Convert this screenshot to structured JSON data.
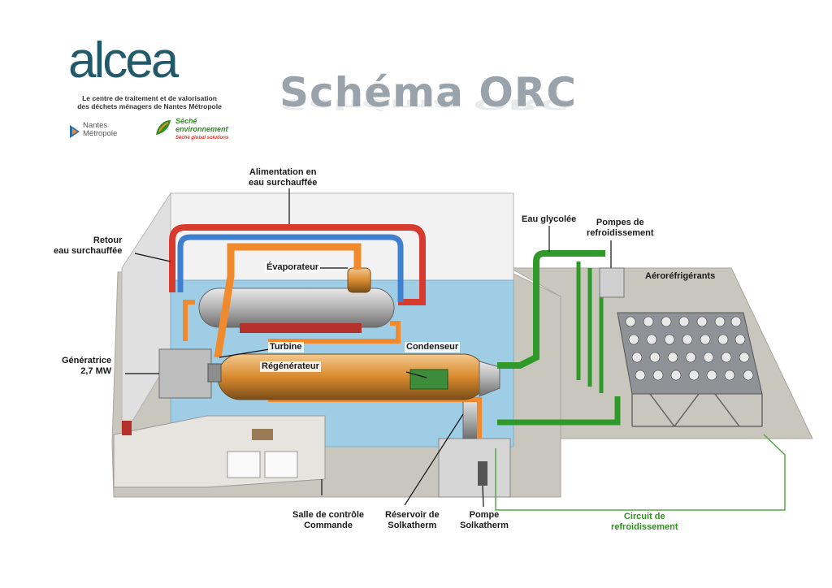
{
  "title": "Schéma ORC",
  "logo": {
    "wordmark": "alcea",
    "subtitle_line1": "Le centre de traitement et de valorisation",
    "subtitle_line2": "des déchets ménagers de Nantes Métropole",
    "partner1_line1": "Nantes",
    "partner1_line2": "Métropole",
    "partner2_line1": "Séché",
    "partner2_line2": "environnement",
    "partner2_line3": "Séché global solutions"
  },
  "labels": {
    "alimentation_1": "Alimentation en",
    "alimentation_2": "eau surchauffée",
    "retour_1": "Retour",
    "retour_2": "eau surchauffée",
    "evaporateur": "Évaporateur",
    "turbine": "Turbine",
    "regenerateur": "Régénérateur",
    "condenseur": "Condenseur",
    "generatrice_1": "Génératrice",
    "generatrice_2": "2,7 MW",
    "eau_glycolee": "Eau glycolée",
    "pompes_1": "Pompes de",
    "pompes_2": "refroidissement",
    "aerorefrigerants": "Aéroréfrigérants",
    "salle_1": "Salle de contrôle",
    "salle_2": "Commande",
    "reservoir_1": "Réservoir de",
    "reservoir_2": "Solkatherm",
    "pompe_1": "Pompe",
    "pompe_2": "Solkatherm",
    "circuit_1": "Circuit de",
    "circuit_2": "refroidissement"
  },
  "colors": {
    "hot_water": "#d83a2e",
    "return_water": "#3f7fd0",
    "orc_fluid": "#f08a2c",
    "cooling": "#2f9a2a",
    "floor": "#c9c7bd",
    "pool": "#9fcde6"
  }
}
